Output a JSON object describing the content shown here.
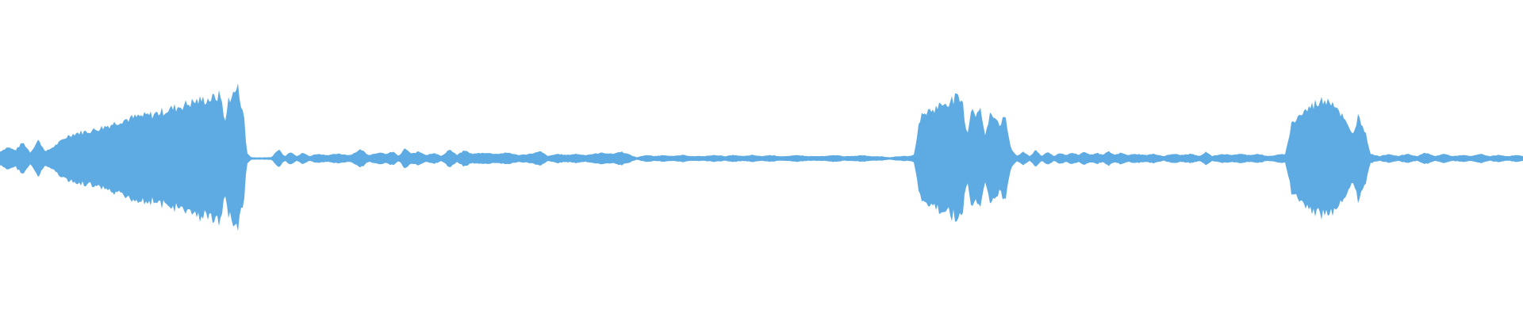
{
  "waveform": {
    "color": "#5dabe2",
    "background": "#ffffff",
    "envelope": [
      [
        0.0,
        0.06
      ],
      [
        0.005,
        0.1
      ],
      [
        0.01,
        0.07
      ],
      [
        0.015,
        0.14
      ],
      [
        0.02,
        0.05
      ],
      [
        0.025,
        0.16
      ],
      [
        0.03,
        0.06
      ],
      [
        0.035,
        0.1
      ],
      [
        0.04,
        0.15
      ],
      [
        0.045,
        0.2
      ],
      [
        0.05,
        0.22
      ],
      [
        0.06,
        0.24
      ],
      [
        0.07,
        0.28
      ],
      [
        0.08,
        0.33
      ],
      [
        0.09,
        0.36
      ],
      [
        0.1,
        0.38
      ],
      [
        0.11,
        0.42
      ],
      [
        0.12,
        0.46
      ],
      [
        0.13,
        0.5
      ],
      [
        0.14,
        0.52
      ],
      [
        0.145,
        0.55
      ],
      [
        0.148,
        0.3
      ],
      [
        0.15,
        0.52
      ],
      [
        0.153,
        0.55
      ],
      [
        0.156,
        0.62
      ],
      [
        0.158,
        0.5
      ],
      [
        0.16,
        0.4
      ],
      [
        0.162,
        0.05
      ],
      [
        0.165,
        0.01
      ],
      [
        0.178,
        0.01
      ],
      [
        0.183,
        0.08
      ],
      [
        0.187,
        0.02
      ],
      [
        0.191,
        0.06
      ],
      [
        0.195,
        0.02
      ],
      [
        0.199,
        0.05
      ],
      [
        0.203,
        0.02
      ],
      [
        0.208,
        0.04
      ],
      [
        0.215,
        0.03
      ],
      [
        0.222,
        0.04
      ],
      [
        0.23,
        0.03
      ],
      [
        0.237,
        0.08
      ],
      [
        0.242,
        0.03
      ],
      [
        0.248,
        0.05
      ],
      [
        0.254,
        0.04
      ],
      [
        0.258,
        0.06
      ],
      [
        0.262,
        0.02
      ],
      [
        0.266,
        0.09
      ],
      [
        0.27,
        0.04
      ],
      [
        0.275,
        0.06
      ],
      [
        0.28,
        0.03
      ],
      [
        0.285,
        0.05
      ],
      [
        0.29,
        0.02
      ],
      [
        0.295,
        0.08
      ],
      [
        0.3,
        0.03
      ],
      [
        0.305,
        0.07
      ],
      [
        0.31,
        0.04
      ],
      [
        0.318,
        0.05
      ],
      [
        0.326,
        0.04
      ],
      [
        0.334,
        0.05
      ],
      [
        0.34,
        0.03
      ],
      [
        0.348,
        0.04
      ],
      [
        0.355,
        0.06
      ],
      [
        0.36,
        0.02
      ],
      [
        0.366,
        0.04
      ],
      [
        0.372,
        0.03
      ],
      [
        0.378,
        0.04
      ],
      [
        0.384,
        0.03
      ],
      [
        0.39,
        0.04
      ],
      [
        0.396,
        0.05
      ],
      [
        0.402,
        0.04
      ],
      [
        0.408,
        0.06
      ],
      [
        0.414,
        0.03
      ],
      [
        0.418,
        0.01
      ],
      [
        0.424,
        0.03
      ],
      [
        0.43,
        0.02
      ],
      [
        0.436,
        0.03
      ],
      [
        0.442,
        0.02
      ],
      [
        0.448,
        0.03
      ],
      [
        0.455,
        0.02
      ],
      [
        0.462,
        0.02
      ],
      [
        0.47,
        0.03
      ],
      [
        0.476,
        0.02
      ],
      [
        0.482,
        0.03
      ],
      [
        0.488,
        0.02
      ],
      [
        0.494,
        0.03
      ],
      [
        0.5,
        0.02
      ],
      [
        0.506,
        0.03
      ],
      [
        0.512,
        0.02
      ],
      [
        0.518,
        0.02
      ],
      [
        0.524,
        0.03
      ],
      [
        0.53,
        0.02
      ],
      [
        0.536,
        0.02
      ],
      [
        0.542,
        0.02
      ],
      [
        0.548,
        0.03
      ],
      [
        0.554,
        0.02
      ],
      [
        0.56,
        0.02
      ],
      [
        0.566,
        0.03
      ],
      [
        0.572,
        0.02
      ],
      [
        0.578,
        0.02
      ],
      [
        0.584,
        0.01
      ],
      [
        0.59,
        0.02
      ],
      [
        0.596,
        0.02
      ],
      [
        0.6,
        0.03
      ],
      [
        0.604,
        0.35
      ],
      [
        0.608,
        0.4
      ],
      [
        0.612,
        0.42
      ],
      [
        0.616,
        0.45
      ],
      [
        0.62,
        0.48
      ],
      [
        0.624,
        0.5
      ],
      [
        0.628,
        0.52
      ],
      [
        0.632,
        0.48
      ],
      [
        0.635,
        0.2
      ],
      [
        0.638,
        0.45
      ],
      [
        0.641,
        0.38
      ],
      [
        0.644,
        0.42
      ],
      [
        0.647,
        0.18
      ],
      [
        0.65,
        0.4
      ],
      [
        0.653,
        0.38
      ],
      [
        0.656,
        0.3
      ],
      [
        0.66,
        0.35
      ],
      [
        0.664,
        0.08
      ],
      [
        0.668,
        0.02
      ],
      [
        0.672,
        0.06
      ],
      [
        0.676,
        0.02
      ],
      [
        0.68,
        0.07
      ],
      [
        0.684,
        0.02
      ],
      [
        0.688,
        0.06
      ],
      [
        0.692,
        0.02
      ],
      [
        0.696,
        0.05
      ],
      [
        0.7,
        0.03
      ],
      [
        0.704,
        0.05
      ],
      [
        0.708,
        0.03
      ],
      [
        0.712,
        0.06
      ],
      [
        0.716,
        0.03
      ],
      [
        0.72,
        0.05
      ],
      [
        0.724,
        0.03
      ],
      [
        0.728,
        0.06
      ],
      [
        0.732,
        0.03
      ],
      [
        0.736,
        0.05
      ],
      [
        0.74,
        0.03
      ],
      [
        0.746,
        0.04
      ],
      [
        0.752,
        0.03
      ],
      [
        0.758,
        0.04
      ],
      [
        0.764,
        0.02
      ],
      [
        0.77,
        0.04
      ],
      [
        0.776,
        0.03
      ],
      [
        0.782,
        0.04
      ],
      [
        0.788,
        0.02
      ],
      [
        0.792,
        0.06
      ],
      [
        0.796,
        0.02
      ],
      [
        0.802,
        0.04
      ],
      [
        0.808,
        0.03
      ],
      [
        0.814,
        0.04
      ],
      [
        0.82,
        0.03
      ],
      [
        0.826,
        0.04
      ],
      [
        0.832,
        0.02
      ],
      [
        0.838,
        0.03
      ],
      [
        0.844,
        0.04
      ],
      [
        0.848,
        0.3
      ],
      [
        0.852,
        0.36
      ],
      [
        0.856,
        0.4
      ],
      [
        0.86,
        0.44
      ],
      [
        0.864,
        0.48
      ],
      [
        0.868,
        0.5
      ],
      [
        0.872,
        0.52
      ],
      [
        0.876,
        0.48
      ],
      [
        0.88,
        0.4
      ],
      [
        0.884,
        0.3
      ],
      [
        0.888,
        0.2
      ],
      [
        0.892,
        0.38
      ],
      [
        0.896,
        0.25
      ],
      [
        0.9,
        0.04
      ],
      [
        0.906,
        0.02
      ],
      [
        0.912,
        0.04
      ],
      [
        0.918,
        0.02
      ],
      [
        0.924,
        0.04
      ],
      [
        0.93,
        0.02
      ],
      [
        0.936,
        0.05
      ],
      [
        0.942,
        0.02
      ],
      [
        0.948,
        0.04
      ],
      [
        0.954,
        0.02
      ],
      [
        0.96,
        0.03
      ],
      [
        0.966,
        0.02
      ],
      [
        0.972,
        0.04
      ],
      [
        0.978,
        0.02
      ],
      [
        0.984,
        0.03
      ],
      [
        0.99,
        0.02
      ],
      [
        0.996,
        0.03
      ],
      [
        1.0,
        0.02
      ]
    ]
  }
}
